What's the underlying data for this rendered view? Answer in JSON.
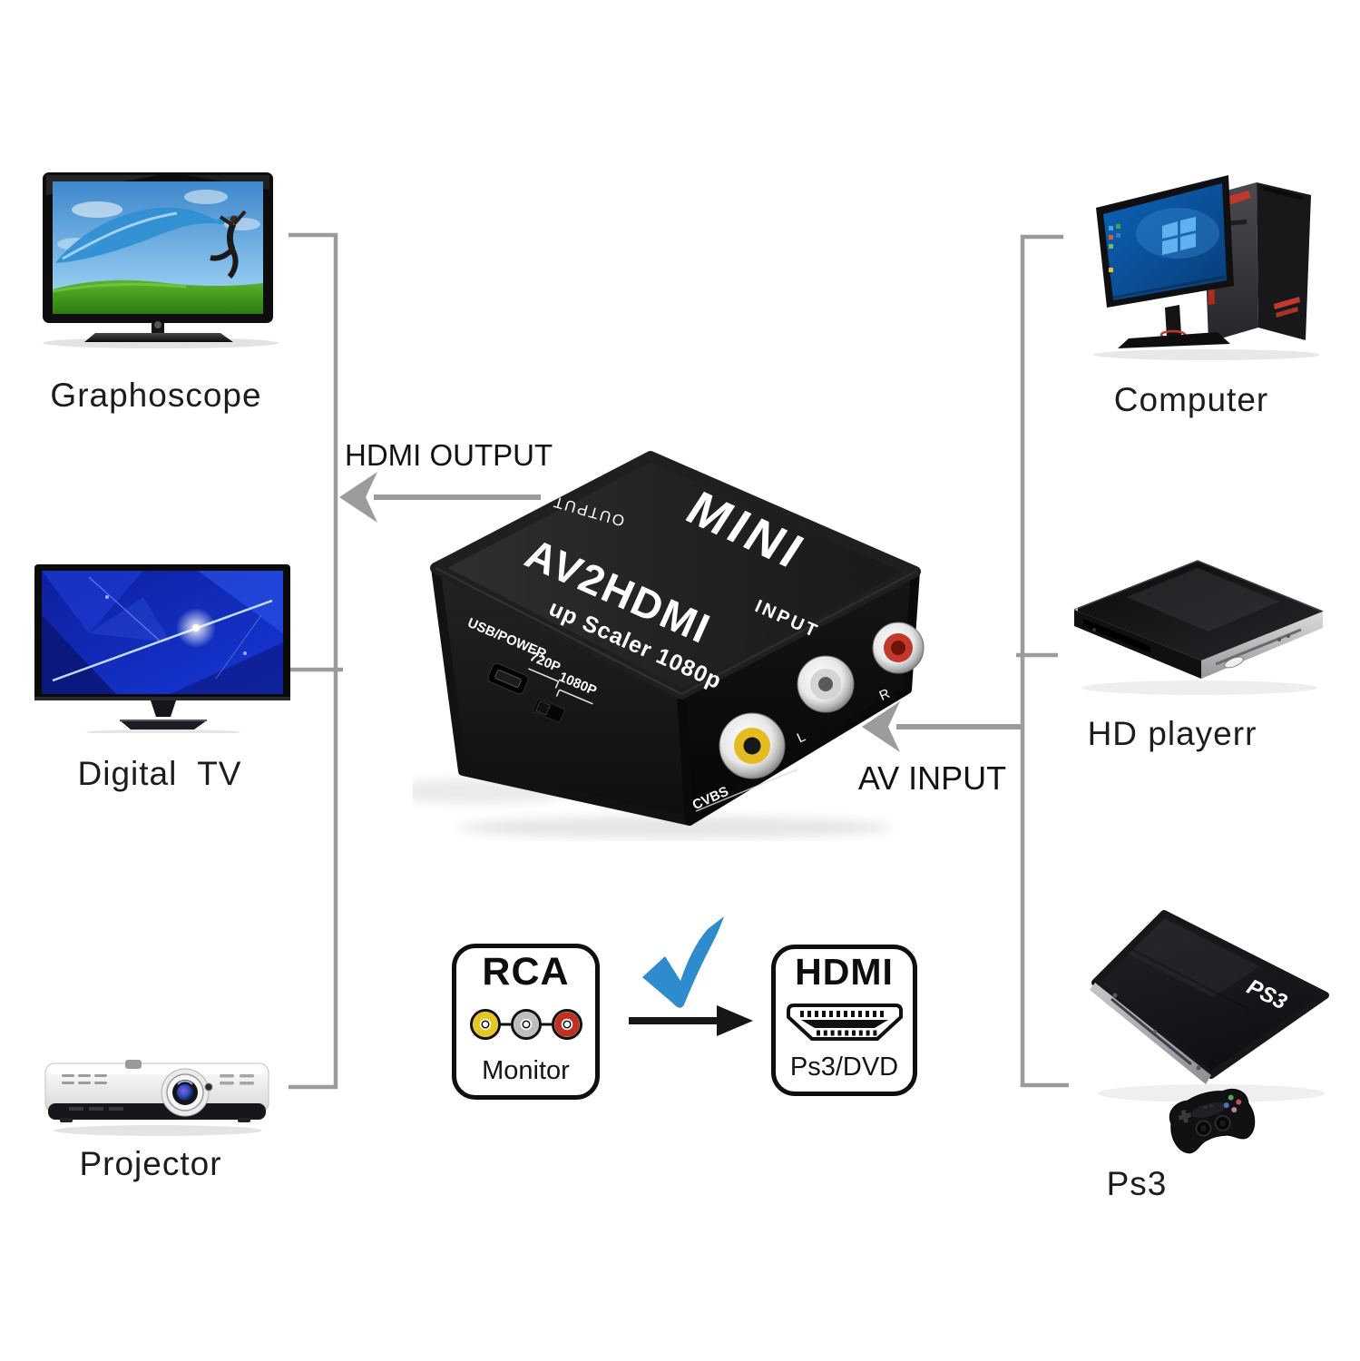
{
  "labels": {
    "hdmi_output": "HDMI OUTPUT",
    "av_input": "AV INPUT"
  },
  "devices": {
    "graphoscope": {
      "label": "Graphoscope"
    },
    "digital_tv": {
      "label": "Digital  TV"
    },
    "projector": {
      "label": "Projector"
    },
    "computer": {
      "label": "Computer"
    },
    "hd_player": {
      "label": "HD playerr"
    },
    "ps3": {
      "label": "Ps3",
      "logo": "PS3"
    }
  },
  "converter": {
    "brand": "MINI",
    "model": "AV2HDMI",
    "subtitle": "up Scaler 1080p",
    "output_label": "OUTPUT",
    "input_label": "INPUT",
    "usb_label": "USB/POWER",
    "switch_720p": "720P",
    "switch_1080p": "1080P",
    "jack_cvbs": "CVBS",
    "jack_left": "L",
    "jack_right": "R"
  },
  "conversion": {
    "source_title": "RCA",
    "source_caption": "Monitor",
    "target_title": "HDMI",
    "target_caption": "Ps3/DVD"
  },
  "colors": {
    "connector_gray": "#9b9b9b",
    "checkmark_blue": "#2e8bcd",
    "rca_yellow": "#e5bc20",
    "rca_white": "#cfcfcf",
    "rca_red": "#bf3122",
    "device_black": "#111111"
  }
}
